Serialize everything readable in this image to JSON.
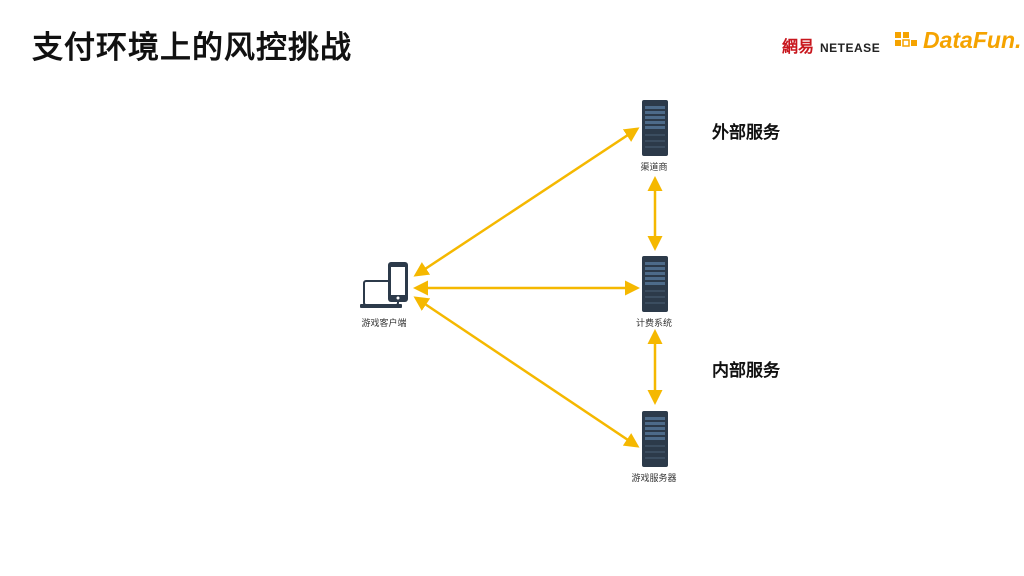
{
  "header": {
    "title": "支付环境上的风控挑战",
    "netease_logo_cn": "網易",
    "netease_logo_en": "NETEASE",
    "datafun_logo": "DataFun."
  },
  "nodes": {
    "client": "游戏客户端",
    "channel": "渠道商",
    "billing": "计费系统",
    "game_server": "游戏服务器"
  },
  "zones": {
    "external": "外部服务",
    "internal": "内部服务"
  },
  "colors": {
    "arrow": "#f5b800",
    "server_dark": "#2c3a4a",
    "server_accent": "#4d6b8a"
  }
}
